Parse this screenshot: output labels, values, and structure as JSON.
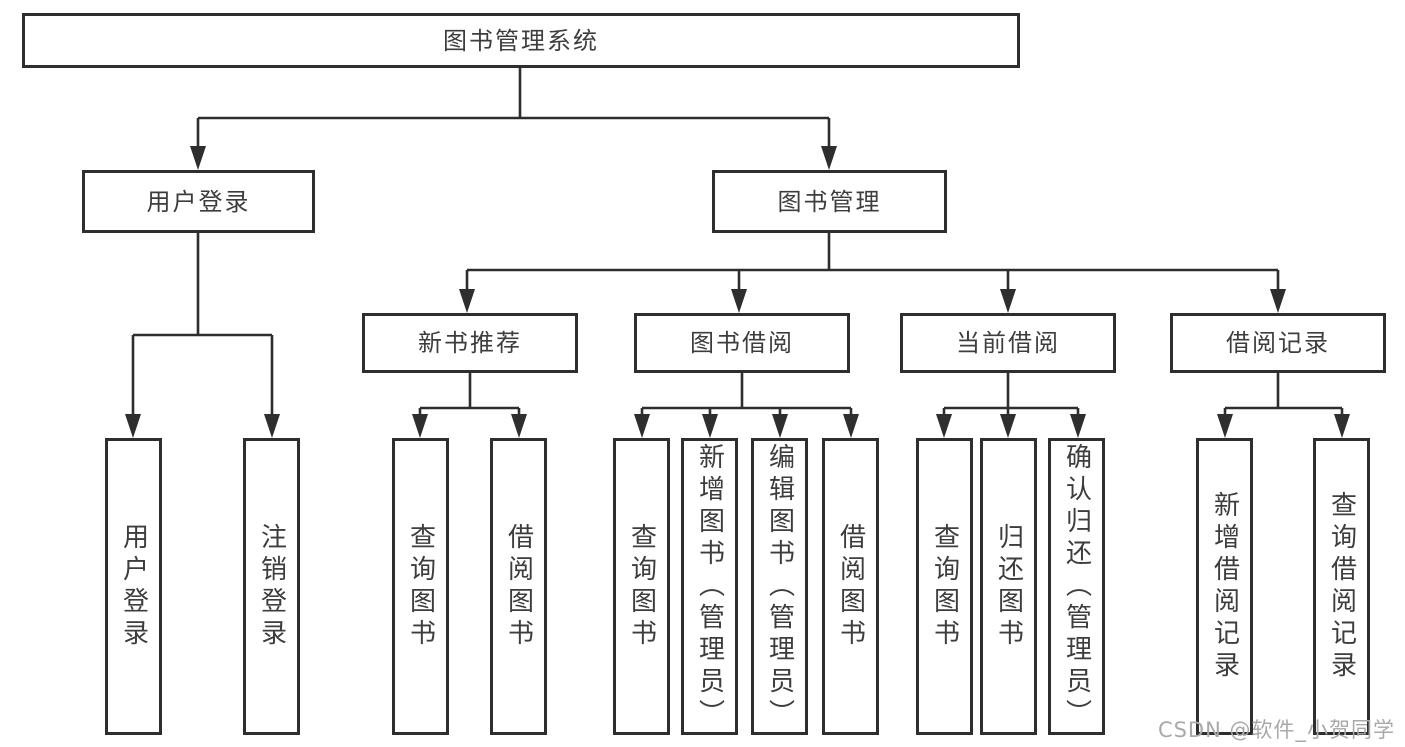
{
  "tree": {
    "label": "图书管理系统",
    "children": [
      {
        "label": "用户登录",
        "children": [
          {
            "label": "用户登录"
          },
          {
            "label": "注销登录"
          }
        ]
      },
      {
        "label": "图书管理",
        "children": [
          {
            "label": "新书推荐",
            "children": [
              {
                "label": "查询图书"
              },
              {
                "label": "借阅图书"
              }
            ]
          },
          {
            "label": "图书借阅",
            "children": [
              {
                "label": "查询图书"
              },
              {
                "label": "新增图书（管理员）"
              },
              {
                "label": "编辑图书（管理员）"
              },
              {
                "label": "借阅图书"
              }
            ]
          },
          {
            "label": "当前借阅",
            "children": [
              {
                "label": "查询图书"
              },
              {
                "label": "归还图书"
              },
              {
                "label": "确认归还（管理员）"
              }
            ]
          },
          {
            "label": "借阅记录",
            "children": [
              {
                "label": "新增借阅记录"
              },
              {
                "label": "查询借阅记录"
              }
            ]
          }
        ]
      }
    ]
  },
  "watermark": {
    "text": "CSDN @软件_小贺同学"
  },
  "colors": {
    "line": "#2e2e2e",
    "text": "#3d3d3d",
    "watermark": "#a9a9a9",
    "background": "#ffffff"
  }
}
